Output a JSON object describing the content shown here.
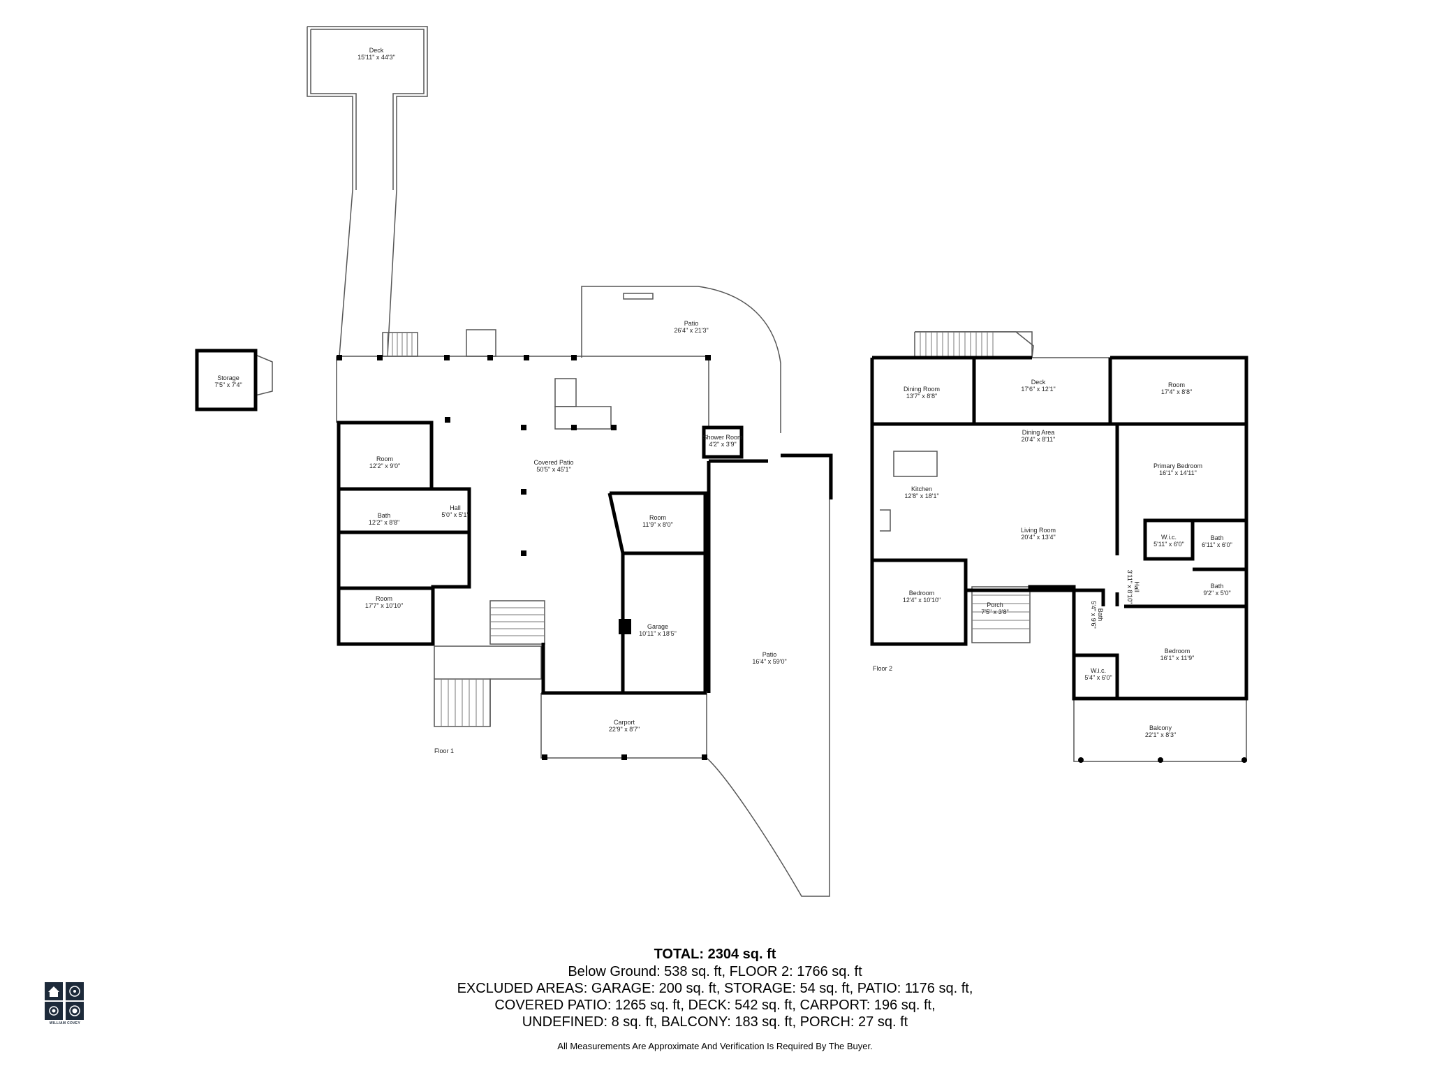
{
  "floors": [
    {
      "name": "Floor 1",
      "rooms": [
        {
          "name": "Deck",
          "dims": "15'11\" x 44'3\""
        },
        {
          "name": "Storage",
          "dims": "7'5\" x 7'4\""
        },
        {
          "name": "Patio",
          "dims": "26'4\" x 21'3\""
        },
        {
          "name": "Covered Patio",
          "dims": "50'5\" x 45'1\""
        },
        {
          "name": "Shower Room",
          "dims": "4'2\" x 3'9\""
        },
        {
          "name": "Room",
          "dims": "12'2\" x 9'0\""
        },
        {
          "name": "Bath",
          "dims": "12'2\" x 8'8\""
        },
        {
          "name": "Hall",
          "dims": "5'0\" x 5'1\""
        },
        {
          "name": "Room",
          "dims": "17'7\" x 10'10\""
        },
        {
          "name": "Room",
          "dims": "11'9\" x 8'0\""
        },
        {
          "name": "Garage",
          "dims": "10'11\" x 18'5\""
        },
        {
          "name": "Patio",
          "dims": "16'4\" x 59'0\""
        },
        {
          "name": "Carport",
          "dims": "22'9\" x 8'7\""
        }
      ]
    },
    {
      "name": "Floor 2",
      "rooms": [
        {
          "name": "Dining Room",
          "dims": "13'7\" x 8'8\""
        },
        {
          "name": "Deck",
          "dims": "17'6\" x 12'1\""
        },
        {
          "name": "Room",
          "dims": "17'4\" x 8'8\""
        },
        {
          "name": "Dining Area",
          "dims": "20'4\" x 8'11\""
        },
        {
          "name": "Kitchen",
          "dims": "12'8\" x 18'1\""
        },
        {
          "name": "Primary Bedroom",
          "dims": "16'1\" x 14'11\""
        },
        {
          "name": "Living Room",
          "dims": "20'4\" x 13'4\""
        },
        {
          "name": "W.i.c.",
          "dims": "5'11\" x 6'0\""
        },
        {
          "name": "Bath",
          "dims": "6'11\" x 6'0\""
        },
        {
          "name": "Hall",
          "dims": "3'11\" x 8'10\""
        },
        {
          "name": "Bath",
          "dims": "9'2\" x 5'0\""
        },
        {
          "name": "Bedroom",
          "dims": "12'4\" x 10'10\""
        },
        {
          "name": "Porch",
          "dims": "7'5\" x 3'8\""
        },
        {
          "name": "Bath",
          "dims": "5'4\" x 9'6\""
        },
        {
          "name": "Bedroom",
          "dims": "16'1\" x 11'9\""
        },
        {
          "name": "W.i.c.",
          "dims": "5'4\" x 6'0\""
        },
        {
          "name": "Balcony",
          "dims": "22'1\" x 8'3\""
        }
      ]
    }
  ],
  "summary": {
    "total": "TOTAL: 2304 sq. ft",
    "lines": [
      "Below Ground: 538 sq. ft, FLOOR 2: 1766 sq. ft",
      "EXCLUDED AREAS: GARAGE: 200 sq. ft, STORAGE: 54 sq. ft, PATIO: 1176 sq. ft,",
      "COVERED PATIO: 1265 sq. ft, DECK: 542 sq. ft, CARPORT: 196 sq. ft,",
      "UNDEFINED: 8 sq. ft, BALCONY: 183 sq. ft, PORCH: 27 sq. ft"
    ],
    "disclaimer": "All Measurements Are Approximate And Verification Is Required By The Buyer."
  },
  "logo": {
    "text": "WILLIAM COVEY"
  },
  "colors": {
    "wall": "#000000",
    "thin": "#555555",
    "logo": "#1d2a3a"
  }
}
